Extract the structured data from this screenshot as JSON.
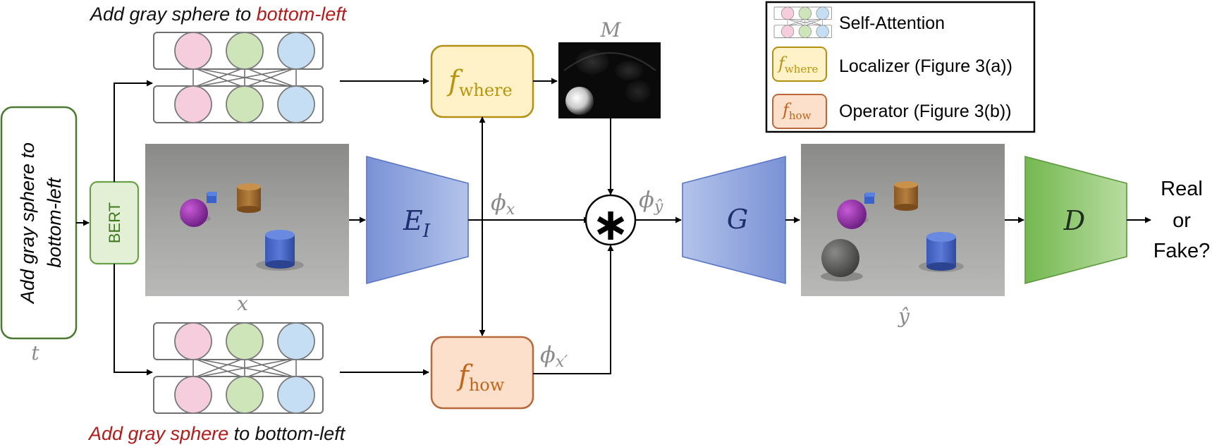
{
  "text_input": {
    "vertical_line1": "Add gray sphere to",
    "vertical_line2": "bottom-left",
    "symbol": "t"
  },
  "bert_label": "BERT",
  "top_caption": {
    "plain": "Add gray sphere to ",
    "highlight": "bottom-left"
  },
  "bottom_caption": {
    "highlight": "Add gray sphere",
    "plain": " to bottom-left"
  },
  "blocks": {
    "f_where": {
      "main": "f",
      "sub": "where"
    },
    "f_how": {
      "main": "f",
      "sub": "how"
    },
    "encoder": {
      "main": "E",
      "sub": "I"
    },
    "generator": "G",
    "discriminator": "D",
    "combine_symbol": "∗"
  },
  "labels": {
    "mask": "M",
    "input_image": "x",
    "output_image": "ŷ",
    "phi": "ϕ",
    "phi_x_sub": "x",
    "phi_xp_sub": "x′",
    "phi_yhat_sub": "ŷ"
  },
  "output_text": [
    "Real",
    "or",
    "Fake?"
  ],
  "legend": {
    "items": [
      {
        "label": "Self-Attention"
      },
      {
        "label": "Localizer (Figure 3(a))",
        "icon_main": "f",
        "icon_sub": "where"
      },
      {
        "label": "Operator (Figure 3(b))",
        "icon_main": "f",
        "icon_sub": "how"
      }
    ]
  },
  "colors": {
    "text_box_border": "#4a7a2f",
    "bert_fill": "#e4f0d6",
    "bert_border": "#6aa048",
    "where_fill": "#fff2c8",
    "where_border": "#b58f12",
    "where_text": "#b8950f",
    "how_fill": "#fde0cc",
    "how_border": "#b8683a",
    "how_text": "#c0661a",
    "encoder_blue": "#7c93d6",
    "disc_green": "#7cbb5a",
    "caption_red": "#b01c1c",
    "gray_label": "#8a8a8a",
    "node_pink": "#f5cddd",
    "node_green": "#cde5b8",
    "node_blue": "#c6def3",
    "node_border": "#7a7a7a"
  }
}
